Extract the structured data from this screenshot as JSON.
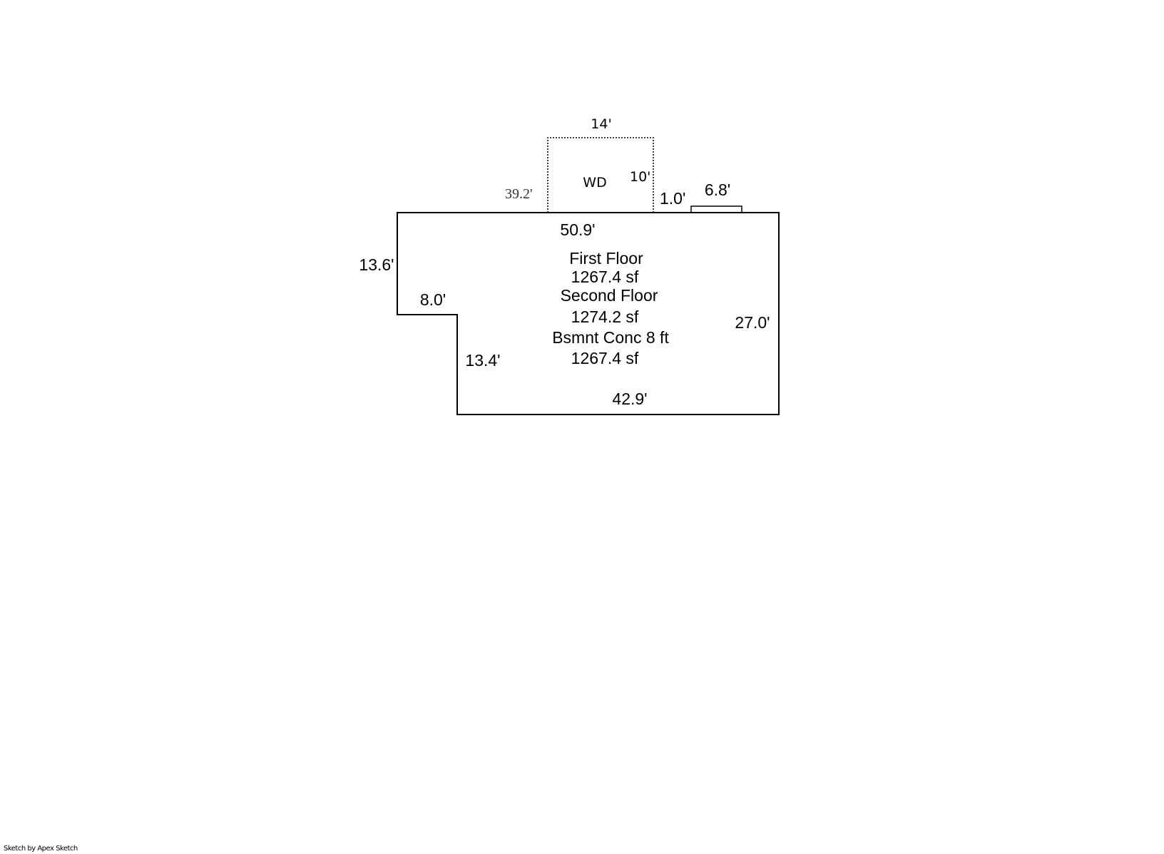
{
  "sketch": {
    "main_area": {
      "labels": [
        "First Floor",
        "1267.4 sf",
        "Second Floor",
        "1274.2 sf",
        "Bsmnt Conc 8 ft",
        "1267.4 sf"
      ],
      "dimensions": {
        "top": "50.9'",
        "left_upper": "13.6'",
        "notch_width": "8.0'",
        "left_lower": "13.4'",
        "bottom": "42.9'",
        "right": "27.0'"
      }
    },
    "wd_area": {
      "label": "WD",
      "width": "14'",
      "depth": "10'",
      "offset": "39.2'"
    },
    "small_projection": {
      "gap": "1.0'",
      "width": "6.8'"
    }
  },
  "footer": {
    "credit": "Sketch by Apex Sketch"
  }
}
